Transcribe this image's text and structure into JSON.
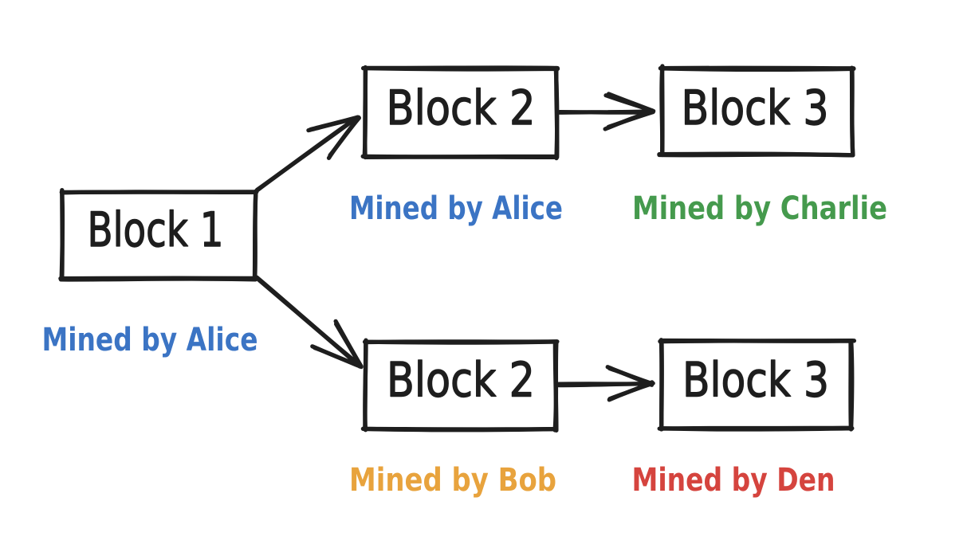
{
  "figure": {
    "type": "blockchain-fork-diagram",
    "background": "#ffffff",
    "ink_color": "#1e1e1e",
    "blocks": [
      {
        "id": "block1",
        "label": "Block 1"
      },
      {
        "id": "block2-top",
        "label": "Block 2"
      },
      {
        "id": "block3-top",
        "label": "Block 3"
      },
      {
        "id": "block2-bottom",
        "label": "Block 2"
      },
      {
        "id": "block3-bottom",
        "label": "Block 3"
      }
    ],
    "miner_labels": [
      {
        "for": "block1",
        "text": "Mined by Alice",
        "color": "#3b74c4"
      },
      {
        "for": "block2-top",
        "text": "Mined by Alice",
        "color": "#3b74c4"
      },
      {
        "for": "block3-top",
        "text": "Mined by Charlie",
        "color": "#459a4d"
      },
      {
        "for": "block2-bottom",
        "text": "Mined by Bob",
        "color": "#e8a33d"
      },
      {
        "for": "block3-bottom",
        "text": "Mined by Den",
        "color": "#d5443e"
      }
    ],
    "connections": [
      {
        "from": "block1",
        "to": "block2-top"
      },
      {
        "from": "block1",
        "to": "block2-bottom"
      },
      {
        "from": "block2-top",
        "to": "block3-top"
      },
      {
        "from": "block2-bottom",
        "to": "block3-bottom"
      }
    ]
  }
}
